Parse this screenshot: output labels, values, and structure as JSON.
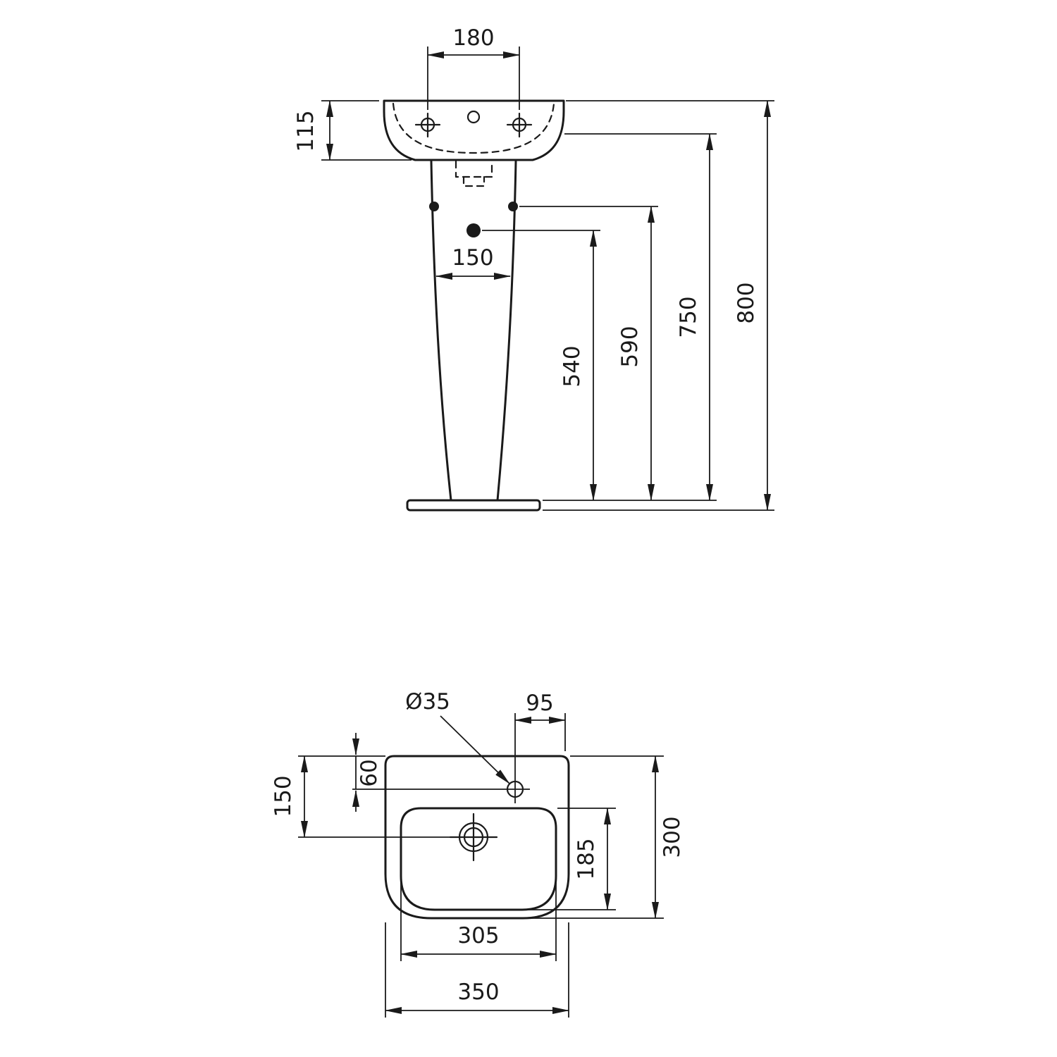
{
  "colors": {
    "background": "#ffffff",
    "line": "#1a1a1a"
  },
  "drawing": {
    "front_view": {
      "dims": {
        "tap_hole_spacing": "180",
        "basin_height": "115",
        "pedestal_width": "150",
        "drain_height": "540",
        "fixing_holes_height": "590",
        "rim_height": "750",
        "overall_height": "800"
      }
    },
    "plan_view": {
      "dims": {
        "tap_hole_diameter": "Ø35",
        "tap_hole_offset_right": "95",
        "rear_to_tap_hole": "60",
        "rear_to_drain": "150",
        "bowl_depth": "185",
        "overall_depth": "300",
        "bowl_width": "305",
        "overall_width": "350"
      }
    }
  }
}
